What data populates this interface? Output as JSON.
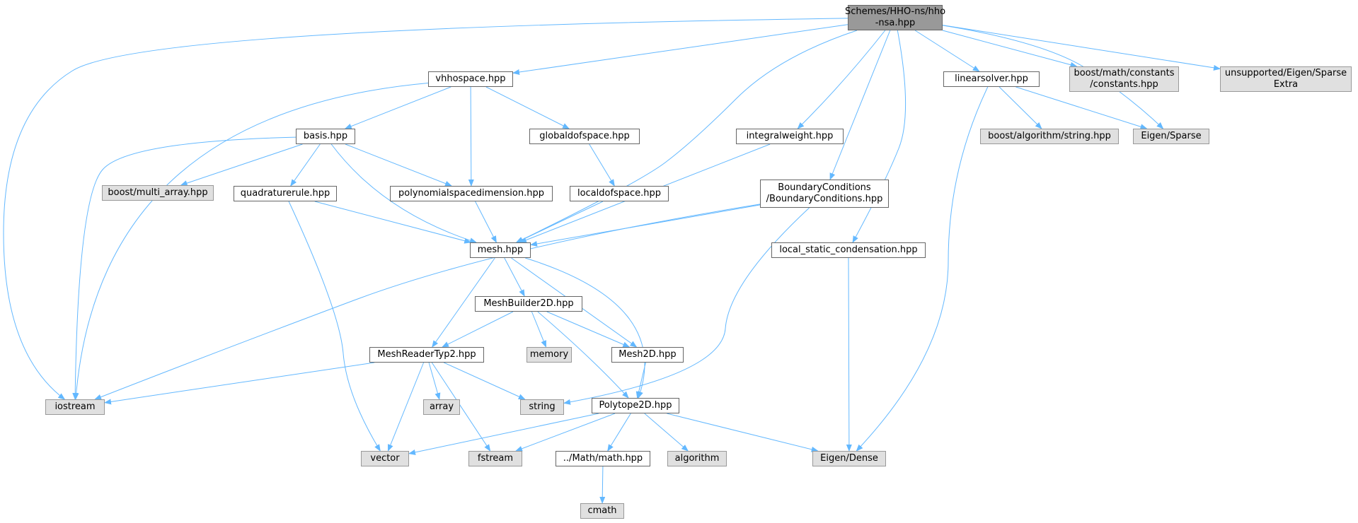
{
  "graph": {
    "colors": {
      "edge": "#63b8ff",
      "node_border": "#666666",
      "external_fill": "#e0e0e0",
      "external_border": "#999999",
      "root_fill": "#999999"
    },
    "nodes": [
      {
        "id": "root",
        "label": "Schemes/HHO-ns/hho\n-nsa.hpp",
        "kind": "root"
      },
      {
        "id": "vhhospace",
        "label": "vhhospace.hpp",
        "kind": "file"
      },
      {
        "id": "basis",
        "label": "basis.hpp",
        "kind": "file"
      },
      {
        "id": "globaldofspace",
        "label": "globaldofspace.hpp",
        "kind": "file"
      },
      {
        "id": "boost_multi_array",
        "label": "boost/multi_array.hpp",
        "kind": "external"
      },
      {
        "id": "quadraturerule",
        "label": "quadraturerule.hpp",
        "kind": "file"
      },
      {
        "id": "polynomialspacedimension",
        "label": "polynomialspacedimension.hpp",
        "kind": "file"
      },
      {
        "id": "localdofspace",
        "label": "localdofspace.hpp",
        "kind": "file"
      },
      {
        "id": "integralweight",
        "label": "integralweight.hpp",
        "kind": "file"
      },
      {
        "id": "boundaryconditions",
        "label": "BoundaryConditions\n/BoundaryConditions.hpp",
        "kind": "file"
      },
      {
        "id": "mesh",
        "label": "mesh.hpp",
        "kind": "file"
      },
      {
        "id": "local_static_condensation",
        "label": "local_static_condensation.hpp",
        "kind": "file"
      },
      {
        "id": "linearsolver",
        "label": "linearsolver.hpp",
        "kind": "file"
      },
      {
        "id": "boost_math_constants",
        "label": "boost/math/constants\n/constants.hpp",
        "kind": "external"
      },
      {
        "id": "unsupported_eigen_sparse",
        "label": "unsupported/Eigen/Sparse\nExtra",
        "kind": "external"
      },
      {
        "id": "boost_algorithm_string",
        "label": "boost/algorithm/string.hpp",
        "kind": "external"
      },
      {
        "id": "eigen_sparse",
        "label": "Eigen/Sparse",
        "kind": "external"
      },
      {
        "id": "meshbuilder2d",
        "label": "MeshBuilder2D.hpp",
        "kind": "file"
      },
      {
        "id": "meshreadertyp2",
        "label": "MeshReaderTyp2.hpp",
        "kind": "file"
      },
      {
        "id": "memory",
        "label": "memory",
        "kind": "external"
      },
      {
        "id": "mesh2d",
        "label": "Mesh2D.hpp",
        "kind": "file"
      },
      {
        "id": "iostream",
        "label": "iostream",
        "kind": "external"
      },
      {
        "id": "array",
        "label": "array",
        "kind": "external"
      },
      {
        "id": "string",
        "label": "string",
        "kind": "external"
      },
      {
        "id": "polytope2d",
        "label": "Polytope2D.hpp",
        "kind": "file"
      },
      {
        "id": "vector",
        "label": "vector",
        "kind": "external"
      },
      {
        "id": "fstream",
        "label": "fstream",
        "kind": "external"
      },
      {
        "id": "math",
        "label": "../Math/math.hpp",
        "kind": "file"
      },
      {
        "id": "algorithm",
        "label": "algorithm",
        "kind": "external"
      },
      {
        "id": "eigen_dense",
        "label": "Eigen/Dense",
        "kind": "external"
      },
      {
        "id": "cmath",
        "label": "cmath",
        "kind": "external"
      }
    ],
    "edges": [
      [
        "root",
        "iostream"
      ],
      [
        "root",
        "vhhospace"
      ],
      [
        "root",
        "mesh"
      ],
      [
        "root",
        "integralweight"
      ],
      [
        "root",
        "boundaryconditions"
      ],
      [
        "root",
        "local_static_condensation"
      ],
      [
        "root",
        "linearsolver"
      ],
      [
        "root",
        "eigen_sparse"
      ],
      [
        "root",
        "boost_math_constants"
      ],
      [
        "root",
        "unsupported_eigen_sparse"
      ],
      [
        "vhhospace",
        "iostream"
      ],
      [
        "vhhospace",
        "basis"
      ],
      [
        "vhhospace",
        "polynomialspacedimension"
      ],
      [
        "vhhospace",
        "globaldofspace"
      ],
      [
        "basis",
        "iostream"
      ],
      [
        "basis",
        "boost_multi_array"
      ],
      [
        "basis",
        "quadraturerule"
      ],
      [
        "basis",
        "polynomialspacedimension"
      ],
      [
        "basis",
        "mesh"
      ],
      [
        "globaldofspace",
        "localdofspace"
      ],
      [
        "quadraturerule",
        "mesh"
      ],
      [
        "quadraturerule",
        "vector"
      ],
      [
        "polynomialspacedimension",
        "mesh"
      ],
      [
        "localdofspace",
        "mesh"
      ],
      [
        "integralweight",
        "mesh"
      ],
      [
        "boundaryconditions",
        "mesh"
      ],
      [
        "boundaryconditions",
        "iostream"
      ],
      [
        "boundaryconditions",
        "string"
      ],
      [
        "local_static_condensation",
        "eigen_dense"
      ],
      [
        "linearsolver",
        "eigen_dense"
      ],
      [
        "linearsolver",
        "boost_algorithm_string"
      ],
      [
        "linearsolver",
        "eigen_sparse"
      ],
      [
        "mesh",
        "meshbuilder2d"
      ],
      [
        "mesh",
        "meshreadertyp2"
      ],
      [
        "mesh",
        "mesh2d"
      ],
      [
        "mesh",
        "polytope2d"
      ],
      [
        "meshbuilder2d",
        "meshreadertyp2"
      ],
      [
        "meshbuilder2d",
        "memory"
      ],
      [
        "meshbuilder2d",
        "mesh2d"
      ],
      [
        "meshbuilder2d",
        "polytope2d"
      ],
      [
        "meshreadertyp2",
        "iostream"
      ],
      [
        "meshreadertyp2",
        "array"
      ],
      [
        "meshreadertyp2",
        "vector"
      ],
      [
        "meshreadertyp2",
        "fstream"
      ],
      [
        "meshreadertyp2",
        "string"
      ],
      [
        "mesh2d",
        "polytope2d"
      ],
      [
        "polytope2d",
        "vector"
      ],
      [
        "polytope2d",
        "fstream"
      ],
      [
        "polytope2d",
        "math"
      ],
      [
        "polytope2d",
        "algorithm"
      ],
      [
        "polytope2d",
        "eigen_dense"
      ],
      [
        "math",
        "cmath"
      ]
    ]
  }
}
